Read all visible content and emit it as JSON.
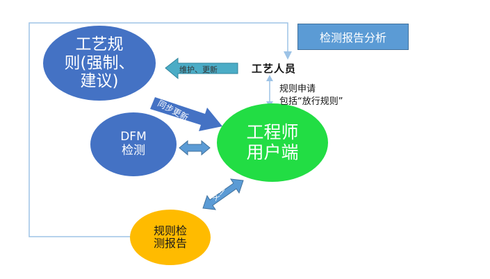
{
  "nodes": {
    "rules": "工艺规\n则(强制、\n建议)",
    "dfm": "DFM\n检测",
    "engineer": "工程师\n用户端",
    "report": "规则检\n测报告",
    "craftsman": "工艺人员"
  },
  "title_box": "检测报告分析",
  "edges": {
    "maintain_update": "维护、更新",
    "sync_update": "同步更新",
    "interact": "交互",
    "rule_request": "规则申请\n包括“放行规则”"
  },
  "colors": {
    "blue_node": "#4472c4",
    "green_node": "#22dd44",
    "orange_node": "#ffbb00",
    "light_arrow": "#4bacc6",
    "connector": "#9dc3e6"
  }
}
